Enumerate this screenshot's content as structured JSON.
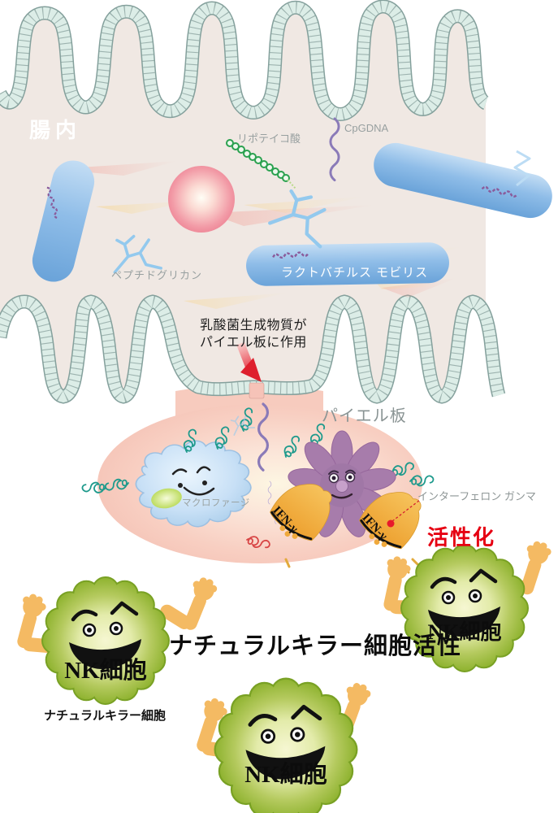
{
  "lumen": {
    "label": "腸内",
    "molecule_labels": {
      "lipoteichoic_acid": "リポテイコ酸",
      "cpg_dna": "CpGDNA",
      "peptidoglycan": "ペプチドグリカン"
    },
    "bacterium_label": "ラクトバチルス モビリス"
  },
  "annotation": {
    "line1": "乳酸菌生成物質が",
    "line2": "パイエル板に作用"
  },
  "peyers_patch": {
    "label": "パイエル板",
    "macrophage_label": "マクロファージ",
    "ifn_gamma": "IFN-γ",
    "interferon_callout": "インターフェロン ガンマ"
  },
  "nk_section": {
    "activation": "活性化",
    "nk_cell_label": "NK細胞",
    "nk_cell_full_name": "ナチュラルキラー細胞",
    "activity_caption": "ナチュラルキラー細胞活性"
  },
  "colors": {
    "nk_cell_green": "#8ab02a",
    "ifn_cone_orange": "#f2ab3e",
    "activation_red": "#e60012",
    "bacteria_blue": "#7fb2e0",
    "peyers_patch_pink": "#f5c5b8",
    "villi_teal": "#dcede7",
    "lumen_beige": "#f0e8e3",
    "label_gray": "#98a0a0"
  }
}
